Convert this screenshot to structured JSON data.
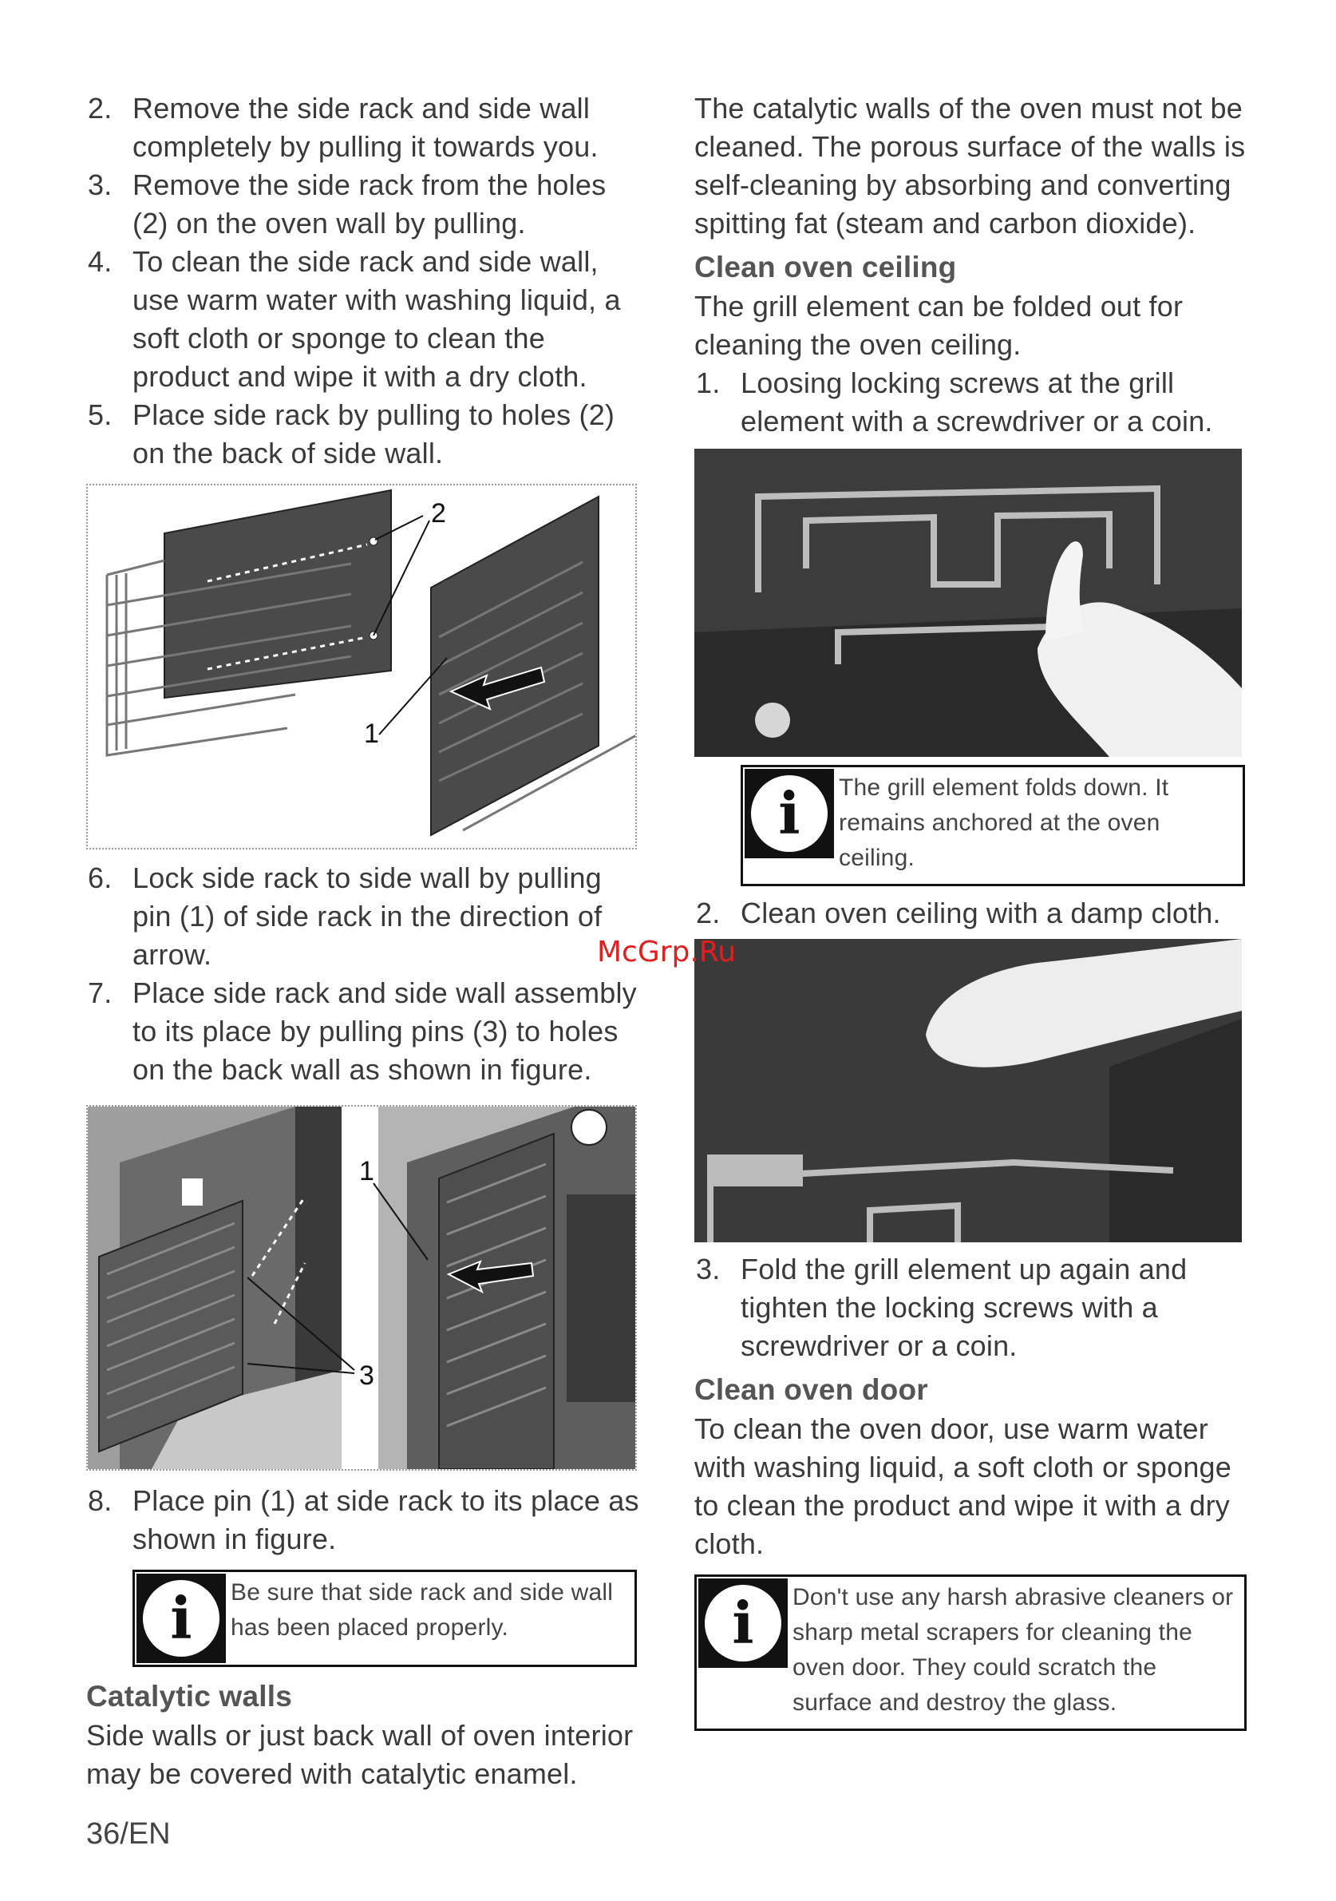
{
  "left": {
    "steps_a": [
      {
        "num": "2.",
        "text": "Remove the side rack and side wall completely by pulling it towards you."
      },
      {
        "num": "3.",
        "text": "Remove the side rack from the holes (2) on the oven wall by pulling."
      },
      {
        "num": "4.",
        "text": "To clean the side rack and side wall, use warm water with washing liquid, a soft cloth or sponge to clean the product and wipe it with a dry cloth."
      },
      {
        "num": "5.",
        "text": "Place side rack by pulling to holes (2) on the back of side wall."
      }
    ],
    "fig1": {
      "label_2": "2",
      "label_1": "1"
    },
    "steps_b": [
      {
        "num": "6.",
        "text": "Lock side rack to side wall by pulling pin (1) of side rack in the direction of arrow."
      },
      {
        "num": "7.",
        "text": "Place side rack and side wall assembly to its place by pulling pins (3) to holes on the back wall as shown in figure."
      }
    ],
    "fig2": {
      "label_1": "1",
      "label_3": "3"
    },
    "step8": {
      "num": "8.",
      "pre": "Place pin ",
      "bold": "(1)",
      "post": " at side rack to its place as shown in figure."
    },
    "info1": "Be sure that side rack and side wall has been placed properly.",
    "catalytic": {
      "heading": "Catalytic walls",
      "text": "Side walls or just back wall of oven interior may be covered with catalytic enamel."
    }
  },
  "right": {
    "intro": "The catalytic walls of the oven must not be cleaned. The porous surface of the walls is self-cleaning by absorbing and converting spitting fat (steam and carbon dioxide).",
    "ceiling": {
      "heading": "Clean oven ceiling",
      "text": "The grill element can be folded out for cleaning the oven ceiling.",
      "step1": {
        "num": "1.",
        "text": "Loosing locking screws at the grill element with a screwdriver or a coin."
      },
      "info": "The grill element folds down. It remains anchored at the oven ceiling.",
      "step2": {
        "num": "2.",
        "text": "Clean oven ceiling with a damp cloth."
      },
      "step3": {
        "num": "3.",
        "text": "Fold the grill element up again and tighten the locking screws with a screwdriver or a coin."
      }
    },
    "door": {
      "heading": "Clean oven door",
      "text": "To clean the oven door, use warm water with washing liquid, a soft cloth or sponge to clean the product and wipe it with a dry cloth.",
      "info": "Don't use any harsh abrasive cleaners or sharp metal scrapers for cleaning the oven door. They could scratch the surface and destroy the glass."
    }
  },
  "info_glyph": "i",
  "page_number": "36/EN",
  "watermark": "McGrp.Ru"
}
